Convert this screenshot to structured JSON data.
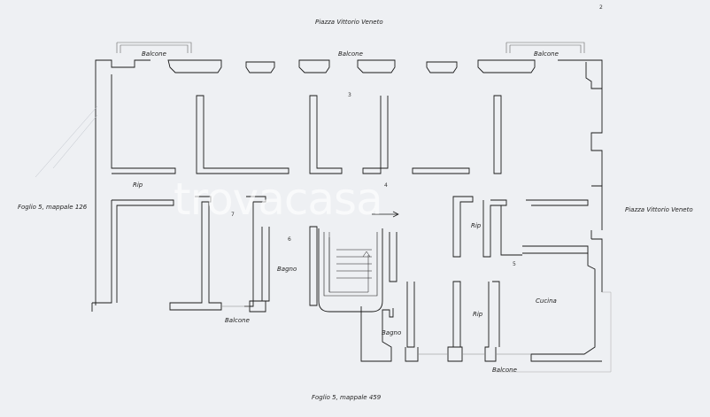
{
  "labels": {
    "street_top": "Piazza Vittorio Veneto",
    "street_right": "Piazza Vittorio Veneto",
    "foglio_left": "Foglio 5, mappale 126",
    "foglio_bottom": "Foglio 5, mappale 459",
    "balcone_1": "Balcone",
    "balcone_2": "Balcone",
    "balcone_3": "Balcone",
    "balcone_4": "Balcone",
    "balcone_5": "Balcone",
    "rip_1": "Rip",
    "rip_2": "Rip",
    "rip_3": "Rip",
    "bagno_1": "Bagno",
    "bagno_2": "Bagno",
    "cucina": "Cucina"
  },
  "numbers": {
    "page": "2",
    "n3": "3",
    "n4": "4",
    "n5": "5",
    "n6": "6",
    "n7": "7"
  },
  "watermark": "trovacasa",
  "colors": {
    "background": "#eef0f3",
    "wall": "#1a1a1a",
    "text": "#222222"
  }
}
